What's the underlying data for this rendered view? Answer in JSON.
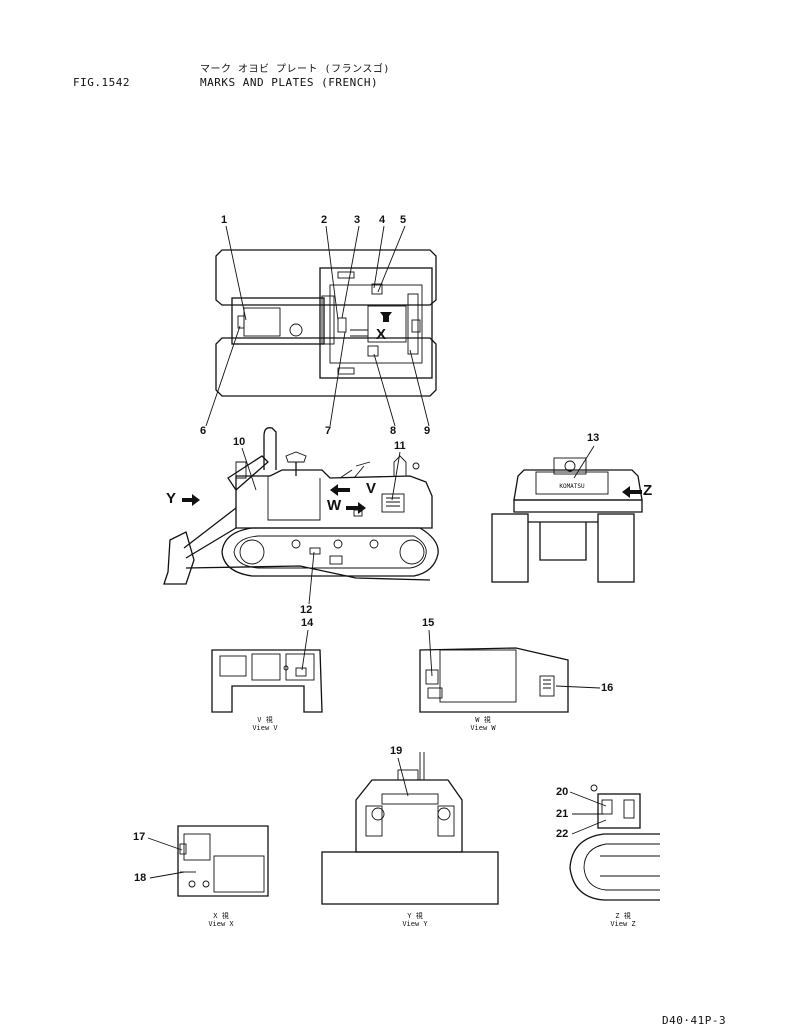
{
  "header": {
    "fig_label": "FIG.1542",
    "title_jp": "マーク オヨビ プレート (フランスゴ)",
    "title_en": "MARKS AND PLATES (FRENCH)"
  },
  "callouts": [
    "1",
    "2",
    "3",
    "4",
    "5",
    "6",
    "7",
    "8",
    "9",
    "10",
    "11",
    "12",
    "13",
    "14",
    "15",
    "16",
    "17",
    "18",
    "19",
    "20",
    "21",
    "22"
  ],
  "view_letters": {
    "x": "X",
    "y": "Y",
    "z": "Z",
    "v": "V",
    "w": "W"
  },
  "captions": {
    "v": {
      "jp": "V 視",
      "en": "View V"
    },
    "w": {
      "jp": "W 視",
      "en": "View W"
    },
    "x": {
      "jp": "X 視",
      "en": "View X"
    },
    "y": {
      "jp": "Y 視",
      "en": "View Y"
    },
    "z": {
      "jp": "Z 視",
      "en": "View Z"
    }
  },
  "brand_plate": "KOMATSU",
  "footer_code": "D40·41P-3"
}
